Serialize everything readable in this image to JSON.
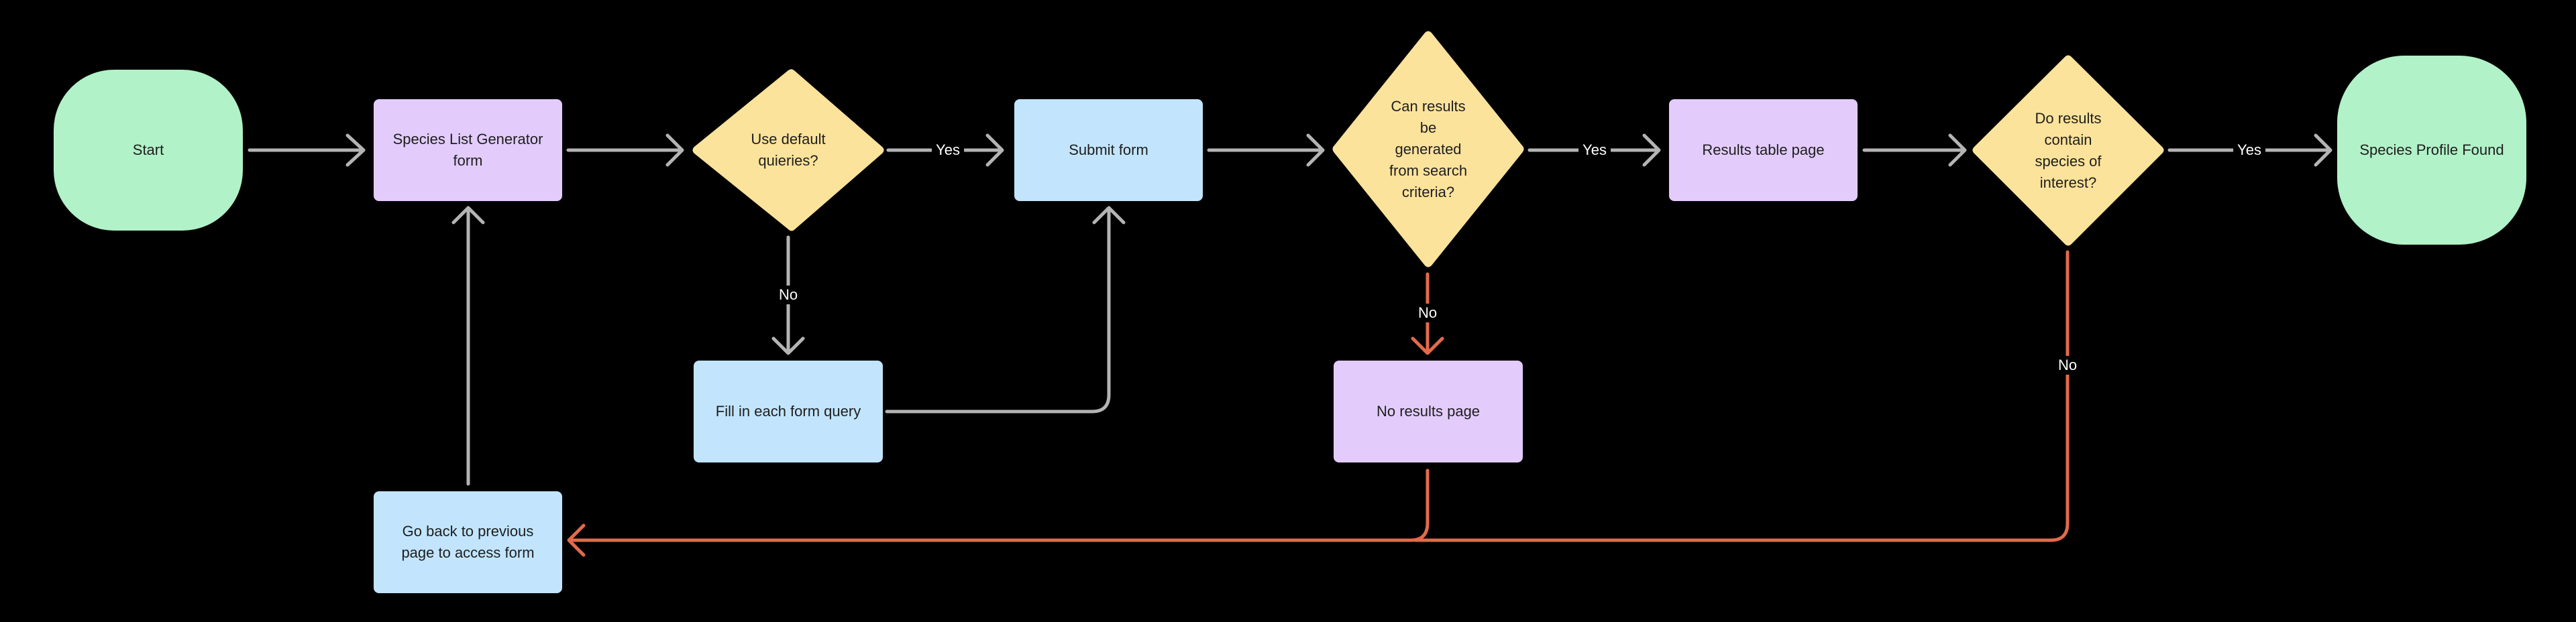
{
  "colors": {
    "terminal": "#b1f2c8",
    "page": "#e3ccfb",
    "action": "#c2e5fd",
    "decision": "#fce39b",
    "edge_default": "#b4b4b4",
    "edge_negative": "#e26a4b"
  },
  "nodes": {
    "start": "Start",
    "species_form": "Species List Generator form",
    "default_queries": "Use default\nquieries?",
    "submit_form": "Submit form",
    "can_generate": "Can results\nbe\ngenerated\nfrom search\ncriteria?",
    "results_table": "Results table page",
    "contain_species": "Do results\ncontain\nspecies of\ninterest?",
    "profile_found": "Species Profile Found",
    "fill_queries": "Fill in each form query",
    "no_results": "No results page",
    "go_back": "Go back to previous page to access form"
  },
  "edge_labels": {
    "yes_default": "Yes",
    "no_default": "No",
    "yes_generate": "Yes",
    "no_generate": "No",
    "yes_contain": "Yes",
    "no_contain": "No"
  }
}
